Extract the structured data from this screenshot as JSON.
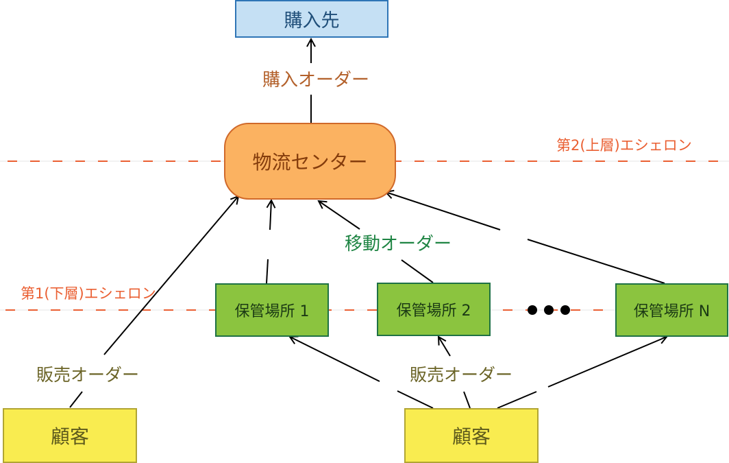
{
  "diagram": {
    "nodes": {
      "supplier": "購入先",
      "distribution_center": "物流センター",
      "stores": [
        "保管場所 1",
        "保管場所 2",
        "保管場所 N"
      ],
      "customers": [
        "顧客",
        "顧客"
      ]
    },
    "edge_labels": {
      "purchase_order": "購入オーダー",
      "transfer_order": "移動オーダー",
      "sales_order_left": "販売オーダー",
      "sales_order_right": "販売オーダー"
    },
    "echelons": {
      "upper": "第2(上層)エシェロン",
      "lower": "第1(下層)エシェロン"
    },
    "ellipsis": "•••",
    "colors": {
      "echelon_line": "#ea5f32",
      "supplier_fill": "#c5e0f4",
      "dc_fill": "#fbb261",
      "store_fill": "#8bc43f",
      "customer_fill": "#f9ec50",
      "transfer_label": "#1e8443",
      "purchase_label": "#b3602a",
      "sales_label": "#6b6427"
    }
  }
}
